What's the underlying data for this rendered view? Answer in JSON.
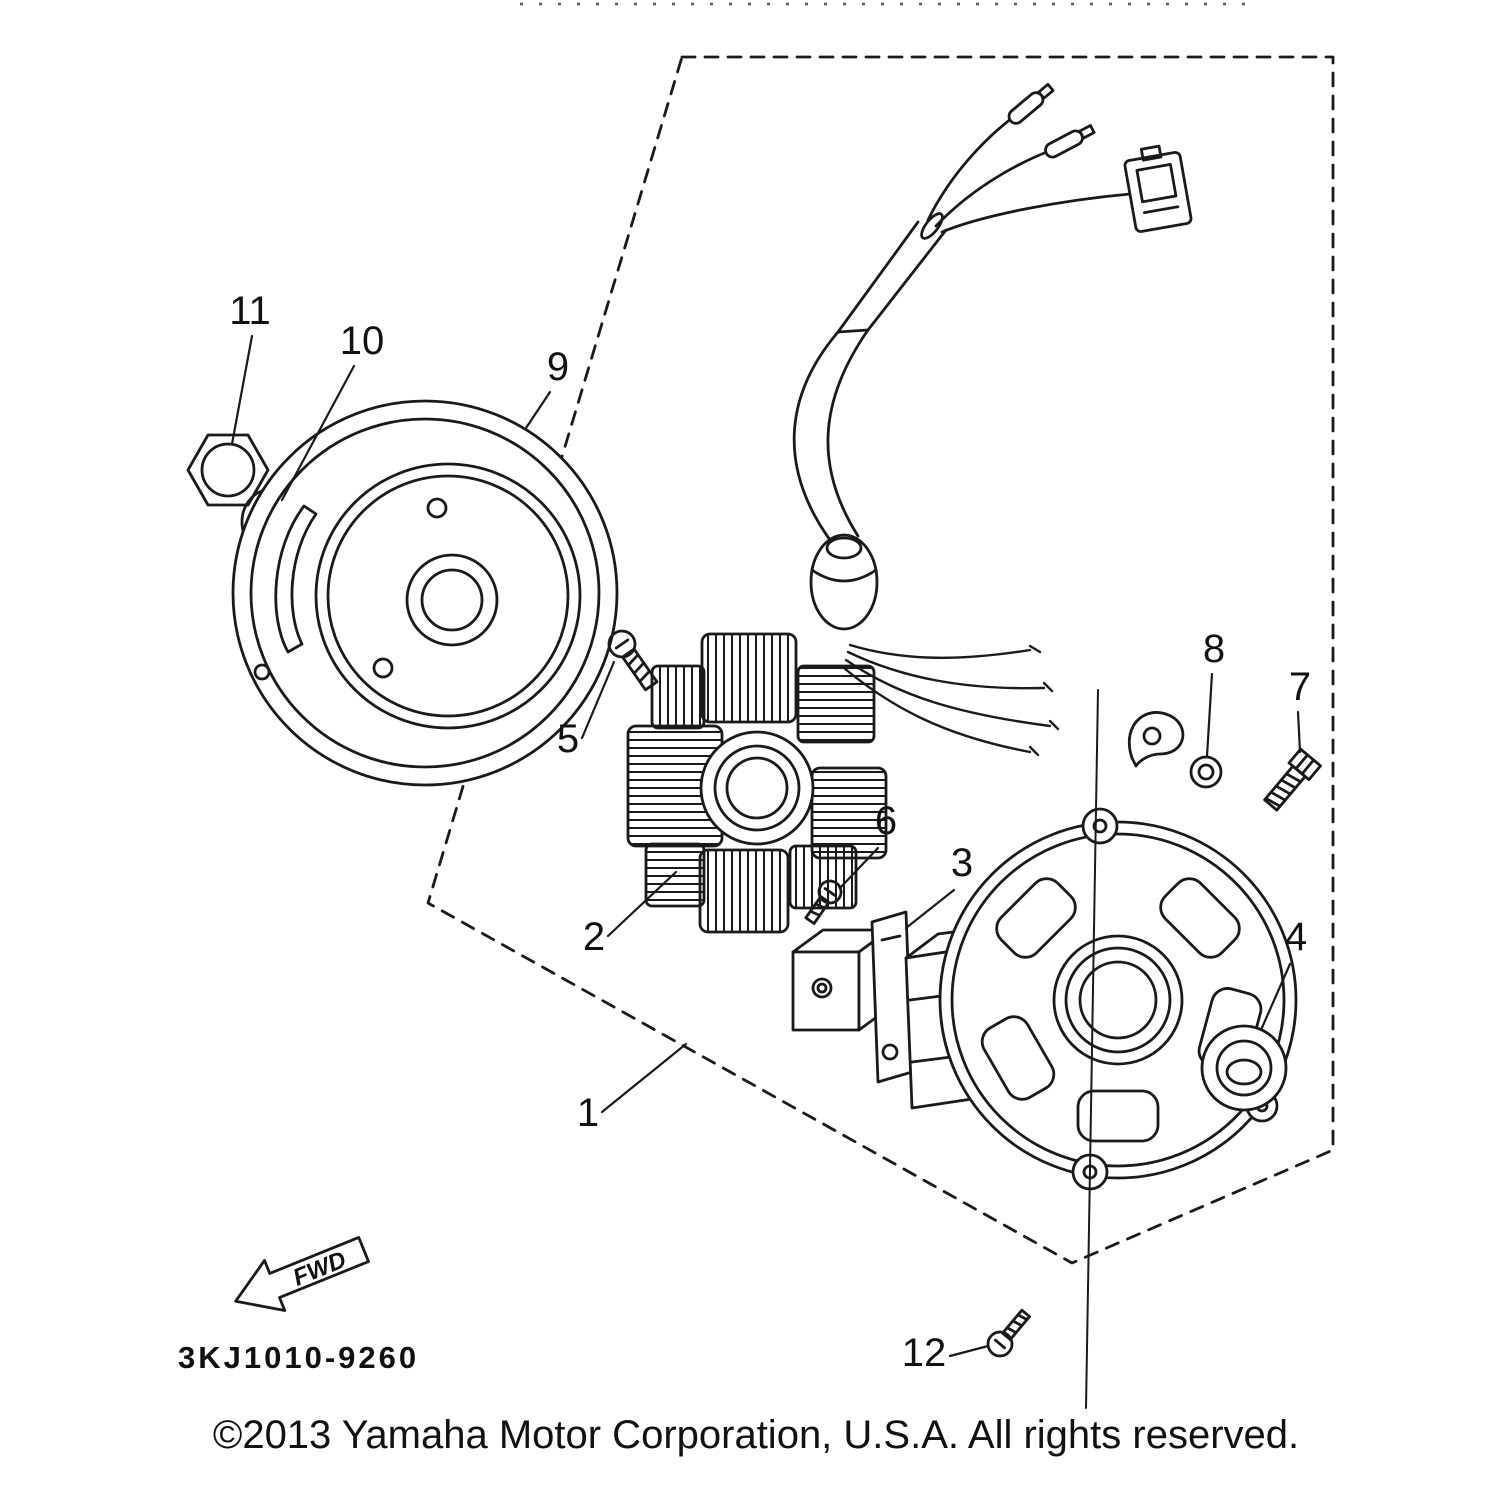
{
  "diagram": {
    "code": "3KJ1010-9260",
    "fwd": "FWD",
    "copyright": "©2013 Yamaha Motor Corporation, U.S.A. All rights reserved.",
    "parts": [
      "1",
      "2",
      "3",
      "4",
      "5",
      "6",
      "7",
      "8",
      "9",
      "10",
      "11",
      "12"
    ]
  }
}
